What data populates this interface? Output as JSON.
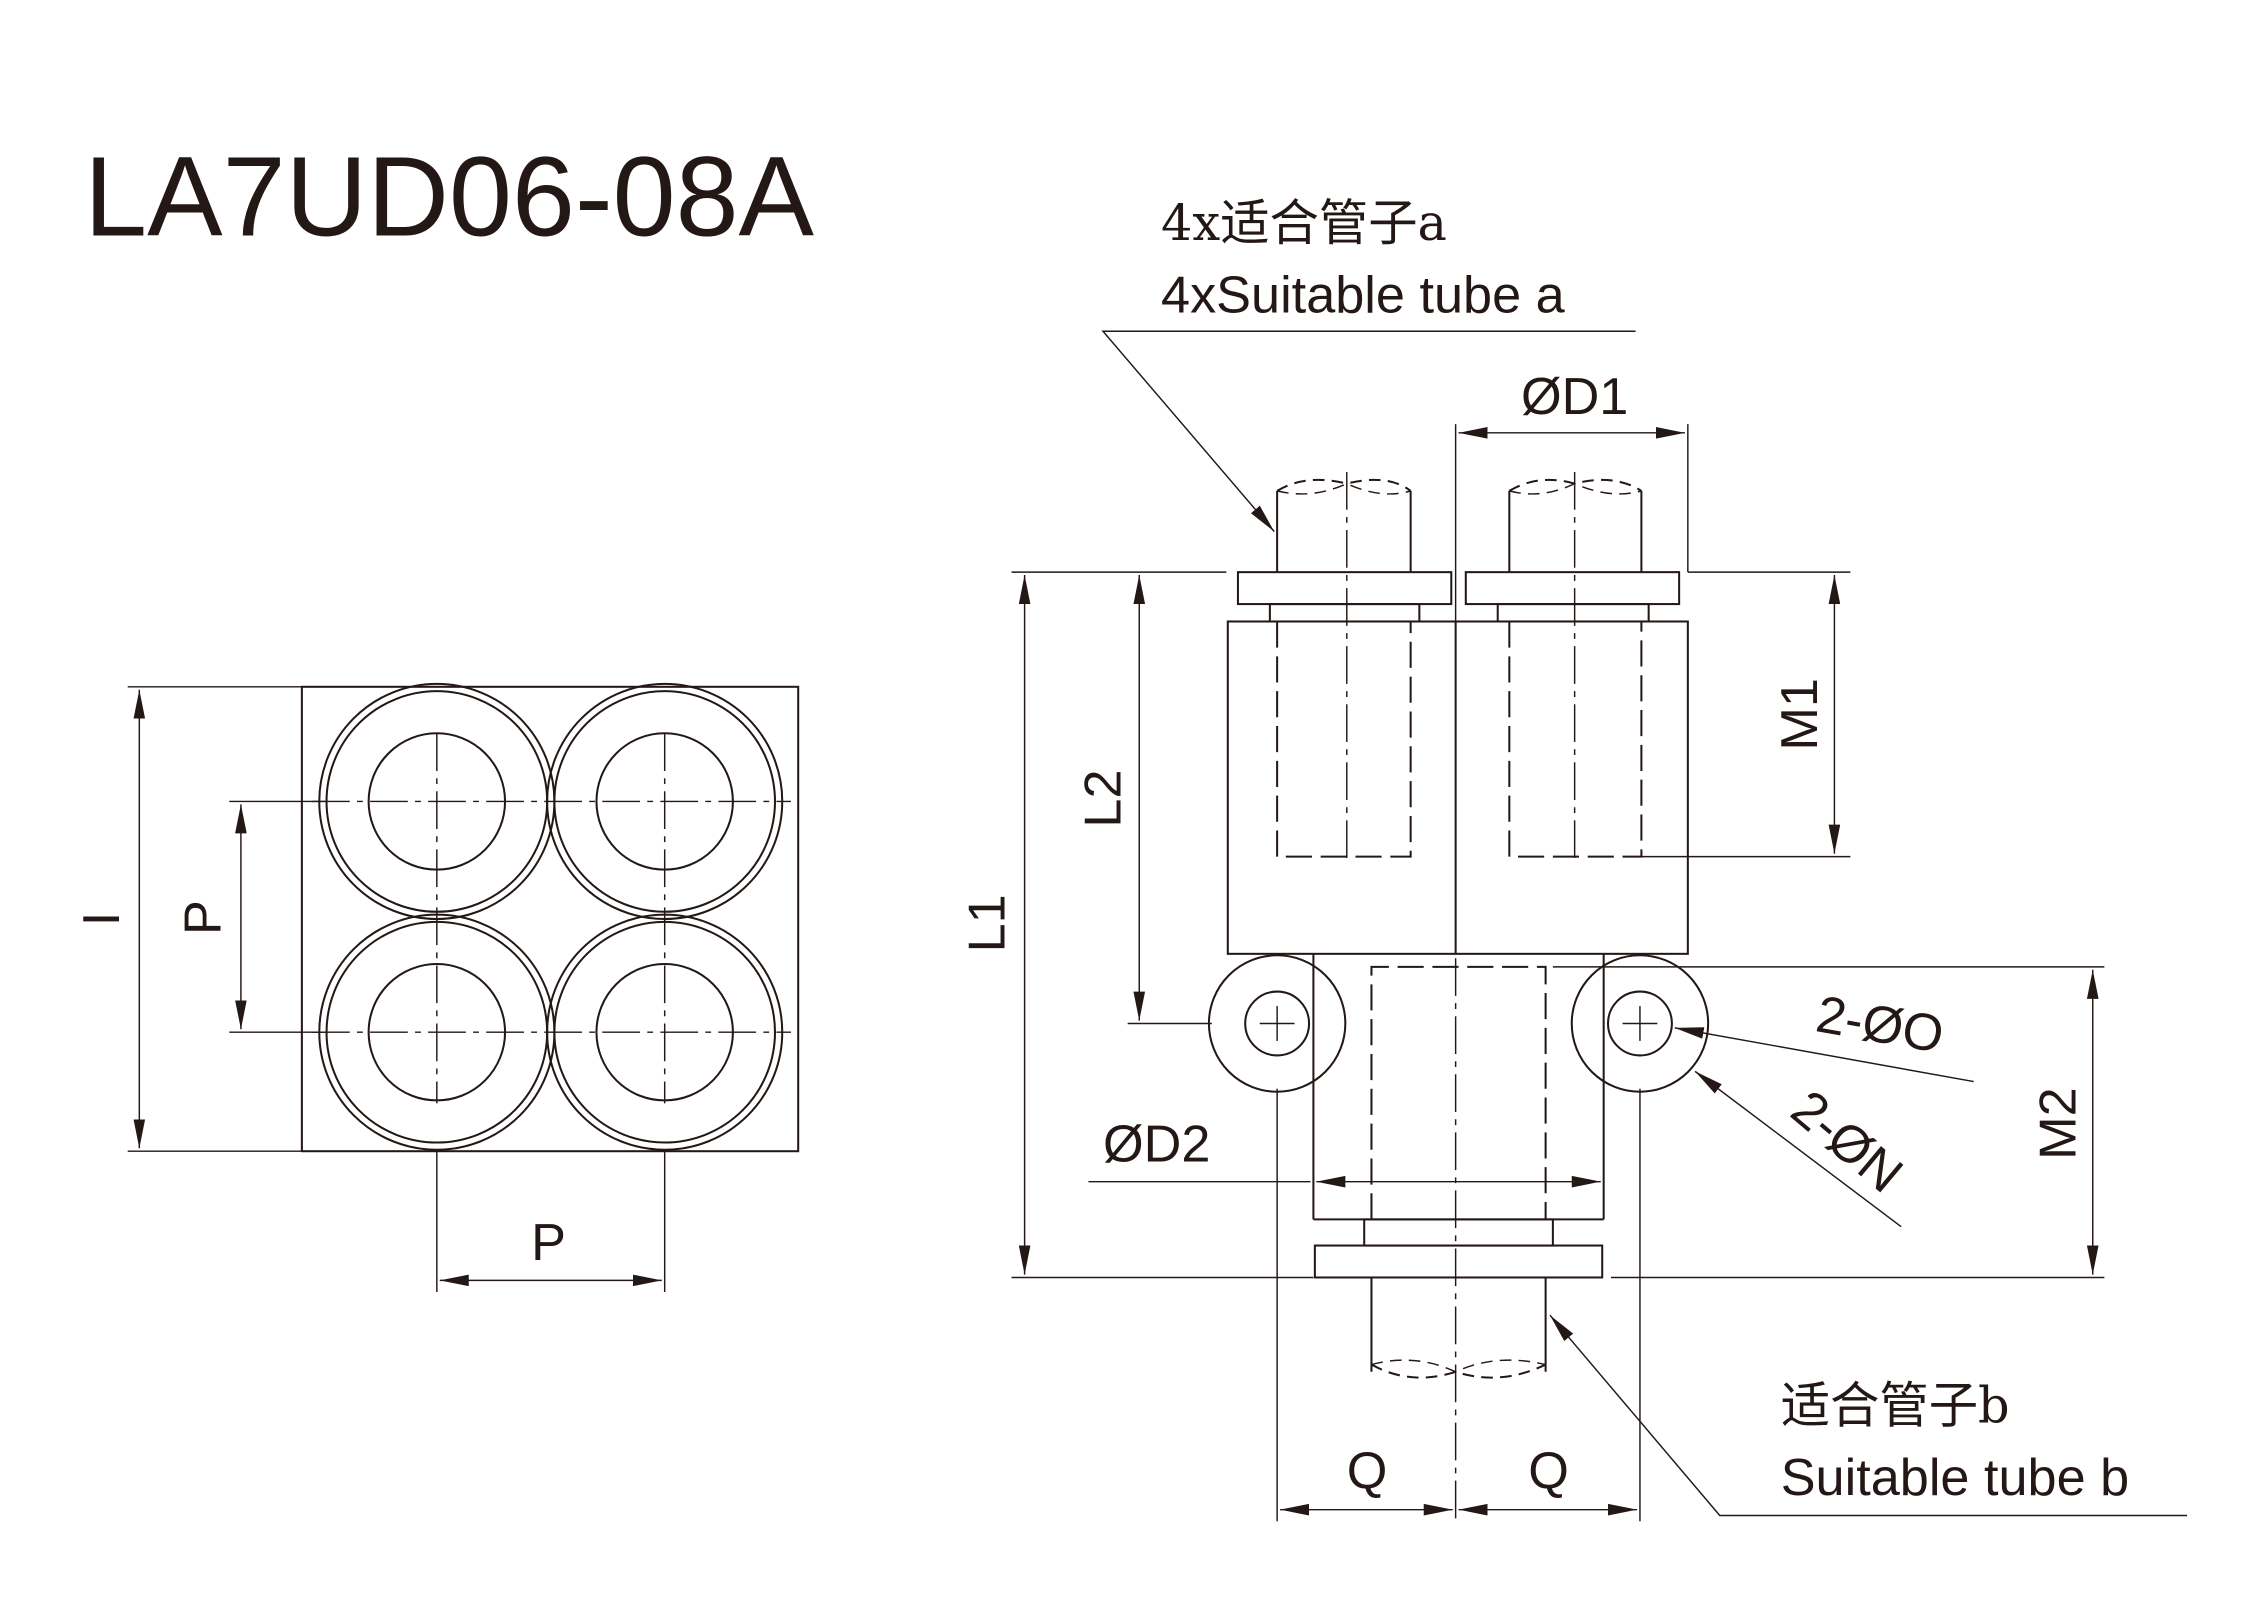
{
  "title": "LA7UD06-08A",
  "labels": {
    "tube_a_cn": "4x适合管子a",
    "tube_a_en": "4xSuitable tube a",
    "tube_b_cn": "适合管子b",
    "tube_b_en": "Suitable tube b",
    "d1": "ØD1",
    "d2": "ØD2",
    "l1": "L1",
    "l2": "L2",
    "m1": "M1",
    "m2": "M2",
    "o": "2-ØO",
    "n": "2-ØN",
    "q_left": "Q",
    "q_right": "Q",
    "p_vertical": "P",
    "p_horizontal": "P",
    "i": "I"
  },
  "colors": {
    "line": "#231815",
    "background": "#ffffff"
  }
}
